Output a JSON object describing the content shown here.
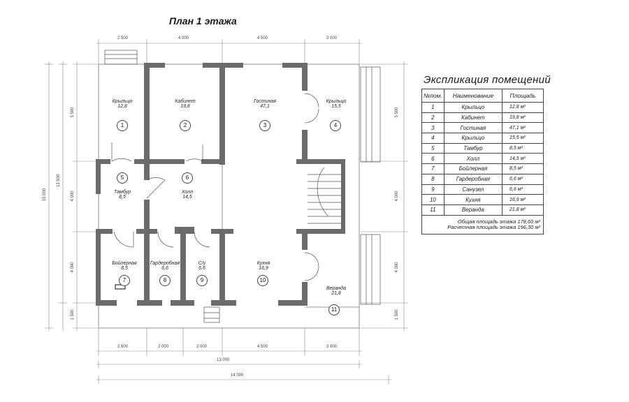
{
  "plan_title": "План 1 этажа",
  "explication": {
    "title": "Экспликация помещений",
    "headers": [
      "№пом.",
      "Наименование",
      "Площадь"
    ],
    "rows": [
      {
        "n": "1",
        "name": "Крыльцо",
        "area": "12,8 м²"
      },
      {
        "n": "2",
        "name": "Кабинет",
        "area": "19,8 м²"
      },
      {
        "n": "3",
        "name": "Гостиная",
        "area": "47,1 м²"
      },
      {
        "n": "4",
        "name": "Крыльцо",
        "area": "15,5 м²"
      },
      {
        "n": "5",
        "name": "Тамбур",
        "area": "8,5 м²"
      },
      {
        "n": "6",
        "name": "Холл",
        "area": "14,5 м²"
      },
      {
        "n": "7",
        "name": "Бойлерная",
        "area": "8,5 м²"
      },
      {
        "n": "8",
        "name": "Гардеробная",
        "area": "6,6 м²"
      },
      {
        "n": "9",
        "name": "Санузел",
        "area": "6,6 м²"
      },
      {
        "n": "10",
        "name": "Кухня",
        "area": "16,9 м²"
      },
      {
        "n": "11",
        "name": "Веранда",
        "area": "21,8 м²"
      }
    ],
    "total_floor": "Общая площадь этажа  178,60  м²",
    "total_calc": "Расчетная площадь этажа  196,30  м²"
  },
  "rooms": [
    {
      "num": "1",
      "name": "Крыльцо",
      "area": "12,8"
    },
    {
      "num": "2",
      "name": "Кабинет",
      "area": "19,8"
    },
    {
      "num": "3",
      "name": "Гостиная",
      "area": "47,1"
    },
    {
      "num": "4",
      "name": "Крыльцо",
      "area": "15,5"
    },
    {
      "num": "5",
      "name": "Тамбур",
      "area": "8,5"
    },
    {
      "num": "6",
      "name": "Холл",
      "area": "14,5"
    },
    {
      "num": "7",
      "name": "Бойлерная",
      "area": "8,5"
    },
    {
      "num": "8",
      "name": "Гардеробная",
      "area": "6,6"
    },
    {
      "num": "9",
      "name": "С/у",
      "area": "6,6"
    },
    {
      "num": "10",
      "name": "Кухня",
      "area": "16,9"
    },
    {
      "num": "11",
      "name": "Веранда",
      "area": "21,8"
    }
  ],
  "dimensions": {
    "top": [
      "2 500",
      "4 000",
      "4 500",
      "3 000"
    ],
    "bottom": [
      "2 500",
      "2 000",
      "2 000",
      "4 500",
      "3 000"
    ],
    "bottom_total_1": "13 000",
    "bottom_total_2": "14 000",
    "left_outer": "15 000",
    "left_inner": "13 500",
    "left": [
      "5 500",
      "4 000",
      "4 000",
      "1 500"
    ],
    "right": [
      "5 500",
      "4 000",
      "4 000",
      "1 500"
    ]
  },
  "colors": {
    "wall": "#6b6b6b",
    "line": "#555555",
    "text": "#222222"
  }
}
